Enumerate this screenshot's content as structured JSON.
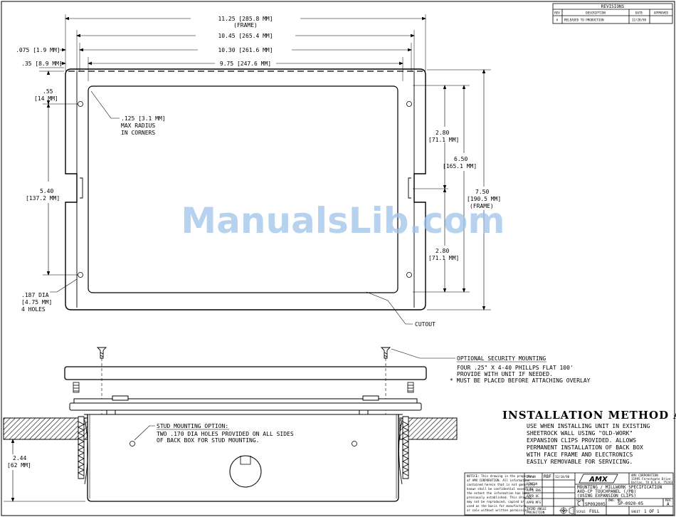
{
  "revisions": {
    "title": "REVISIONS",
    "headers": [
      "REV",
      "DESCRIPTION",
      "DATE",
      "APPROVED"
    ],
    "rows": [
      [
        "A",
        "RELEASED TO PRODUCTION",
        "12/28/98",
        ""
      ]
    ]
  },
  "dimensions": {
    "frame_width": "11.25 [285.8 MM]",
    "frame_width_note": "(FRAME)",
    "box_width": "10.45 [265.4 MM]",
    "inner_width": "10.30 [261.6 MM]",
    "cutout_width": "9.75 [247.6 MM]",
    "offset_075": ".075 [1.9 MM]",
    "offset_35": ".35 [8.9 MM]",
    "offset_55_a": ".55",
    "offset_55_b": "[14 MM]",
    "height_540_a": "5.40",
    "height_540_b": "[137.2 MM]",
    "height_280_top_a": "2.80",
    "height_280_top_b": "[71.1 MM]",
    "height_650_a": "6.50",
    "height_650_b": "[165.1 MM]",
    "height_750_a": "7.50",
    "height_750_b": "[190.5 MM]",
    "height_750_c": "(FRAME)",
    "height_280_bot_a": "2.80",
    "height_280_bot_b": "[71.1 MM]",
    "depth_a": "2.44",
    "depth_b": "[62 MM]"
  },
  "notes": {
    "radius_1": ".125 [3.1 MM]",
    "radius_2": "MAX RADIUS",
    "radius_3": "IN CORNERS",
    "holes_1": ".187 DIA",
    "holes_2": "[4.75 MM]",
    "holes_3": "4 HOLES",
    "cutout": "CUTOUT",
    "security_title": "OPTIONAL SECURITY MOUNTING",
    "security_1": "FOUR .25\" X 4-40 PHILLPS FLAT 100'",
    "security_2": "PROVIDE WITH UNIT IF NEEDED.",
    "security_3": "* MUST BE PLACED BEFORE ATTACHING OVERLAY",
    "stud_title": "STUD MOUNTING OPTION:",
    "stud_1": "TWO .170 DIA HOLES PROVIDED ON ALL SIDES",
    "stud_2": "OF BACK BOX FOR STUD MOUNTING."
  },
  "method": {
    "title": "INSTALLATION METHOD A",
    "lines": [
      "USE WHEN INSTALLING UNIT IN EXISTING",
      "SHEETROCK WALL USING \"OLD-WORK\"",
      "EXPANSION CLIPS PROVIDED. ALLOWS",
      "PERMANENT INSTALLATION OF BACK BOX",
      "WITH FACE FRAME AND ELECTRONICS",
      "EASILY REMOVABLE FOR SERVICING."
    ]
  },
  "title_block": {
    "notice": [
      "NOTICE: This drawing is the property",
      "of AMX CORPORATION. All information",
      "contained herein that is not generally",
      "known shall be confidential except to",
      "the extent the information has been",
      "previously established. This drawing",
      "may not be reproduced, copied or",
      "used as the basis for manufacture",
      "or sale without written permission."
    ],
    "drawn_label": "DRAWN",
    "drawn_by": "RBF",
    "drawn_date": "12/18/98",
    "finish_label": "FINISH",
    "appd_eng": "APPD ENG",
    "appd_qc": "APPD QC",
    "appd_mfg": "APPD MFG",
    "third_angle_1": "THIRD ANGLE",
    "third_angle_2": "PROJECTION",
    "logo": "AMX",
    "company": [
      "AMX CORPORATION",
      "11995 Forestgate Drive",
      "Dallas, TX U.S.A. 75243"
    ],
    "title_lines": [
      "MOUNTING / MILLWORK SPECIFICATION",
      "AXD-CP TOUCHPANEL (/PB)",
      "(USING EXPANSION CLIPS)"
    ],
    "size_label": "SIZE",
    "size": "C",
    "cage": "SP092005",
    "dwg_no_label": "DWG. NO.",
    "dwg_no": "SP-0920-05",
    "rev_label": "REV.",
    "rev": "A",
    "scale_label": "SCALE",
    "scale": "FULL",
    "sheet_label": "SHEET",
    "sheet": "1 OF 1"
  },
  "watermark": "ManualsLib.com"
}
